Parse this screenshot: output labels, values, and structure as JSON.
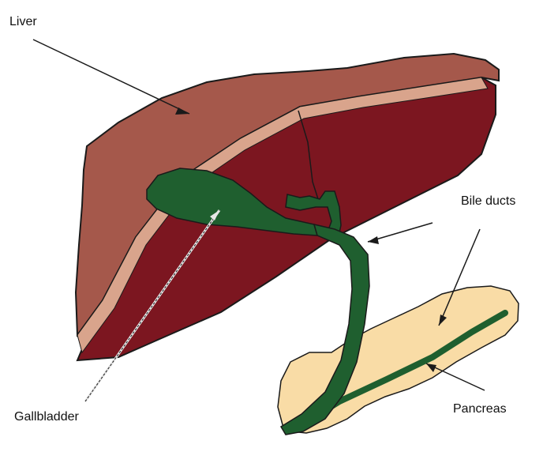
{
  "labels": {
    "liver": "Liver",
    "bile_ducts": "Bile ducts",
    "gallbladder": "Gallbladder",
    "pancreas": "Pancreas"
  },
  "colors": {
    "liver_front": "#a5584b",
    "liver_back": "#7c1620",
    "liver_rim": "#d9a48c",
    "bile": "#1f5f2f",
    "pancreas": "#f9dca6",
    "outline": "#1a1a1a"
  }
}
